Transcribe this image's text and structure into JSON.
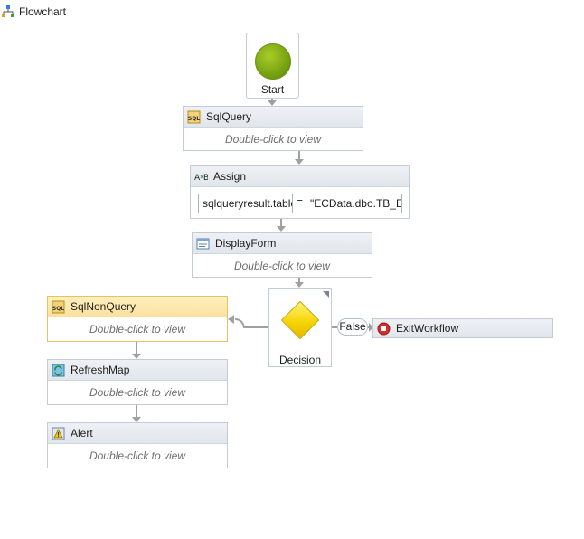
{
  "window": {
    "title": "Flowchart"
  },
  "start": {
    "label": "Start"
  },
  "activities": {
    "sqlquery": {
      "title": "SqlQuery",
      "body": "Double-click to view"
    },
    "assign": {
      "title": "Assign",
      "to": "sqlqueryresult.table",
      "value": "\"ECData.dbo.TB_Er"
    },
    "displayform": {
      "title": "DisplayForm",
      "body": "Double-click to view"
    },
    "sqlnonquery": {
      "title": "SqlNonQuery",
      "body": "Double-click to view"
    },
    "refreshmap": {
      "title": "RefreshMap",
      "body": "Double-click to view"
    },
    "alert": {
      "title": "Alert",
      "body": "Double-click to view"
    },
    "exitworkflow": {
      "title": "ExitWorkflow"
    }
  },
  "decision": {
    "label": "Decision",
    "false_label": "False"
  },
  "colors": {
    "start": "#7aa512",
    "decision": "#f5d200",
    "exit": "#d22d2d",
    "selected": "#fbe1a0"
  }
}
